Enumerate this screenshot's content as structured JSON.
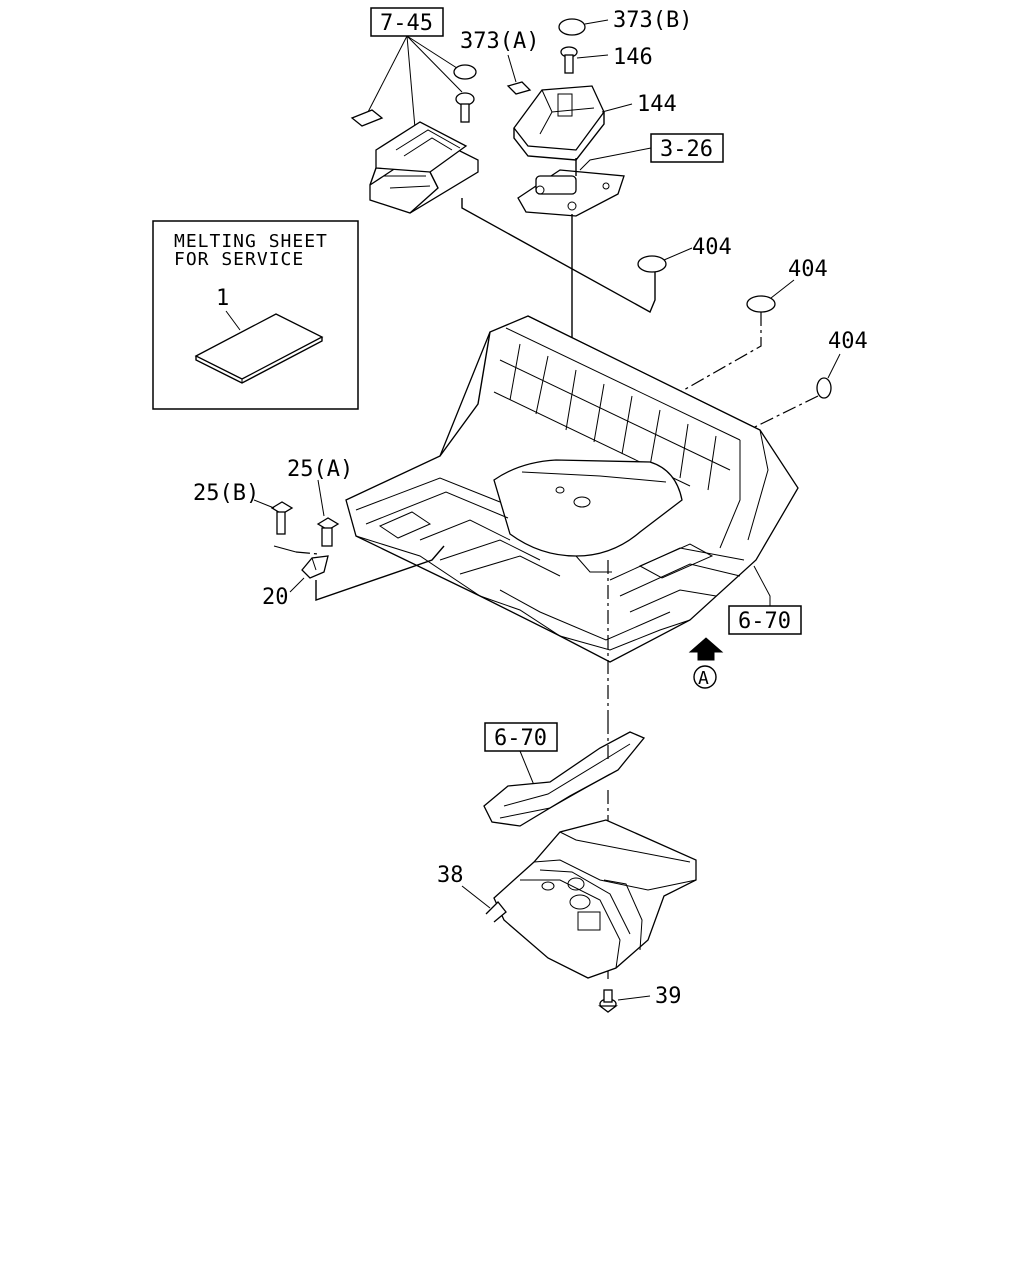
{
  "callouts": {
    "ref_7_45": "7-45",
    "ref_373a": "373(A)",
    "ref_373b": "373(B)",
    "ref_146": "146",
    "ref_144": "144",
    "ref_3_26": "3-26",
    "ref_404_a": "404",
    "ref_404_b": "404",
    "ref_404_c": "404",
    "ref_25a": "25(A)",
    "ref_25b": "25(B)",
    "ref_20": "20",
    "ref_6_70_right": "6-70",
    "ref_6_70_lower": "6-70",
    "ref_38": "38",
    "ref_39": "39",
    "view_a": "A"
  },
  "inset": {
    "line1": "MELTING SHEET",
    "line2": "FOR SERVICE",
    "part_no": "1"
  }
}
